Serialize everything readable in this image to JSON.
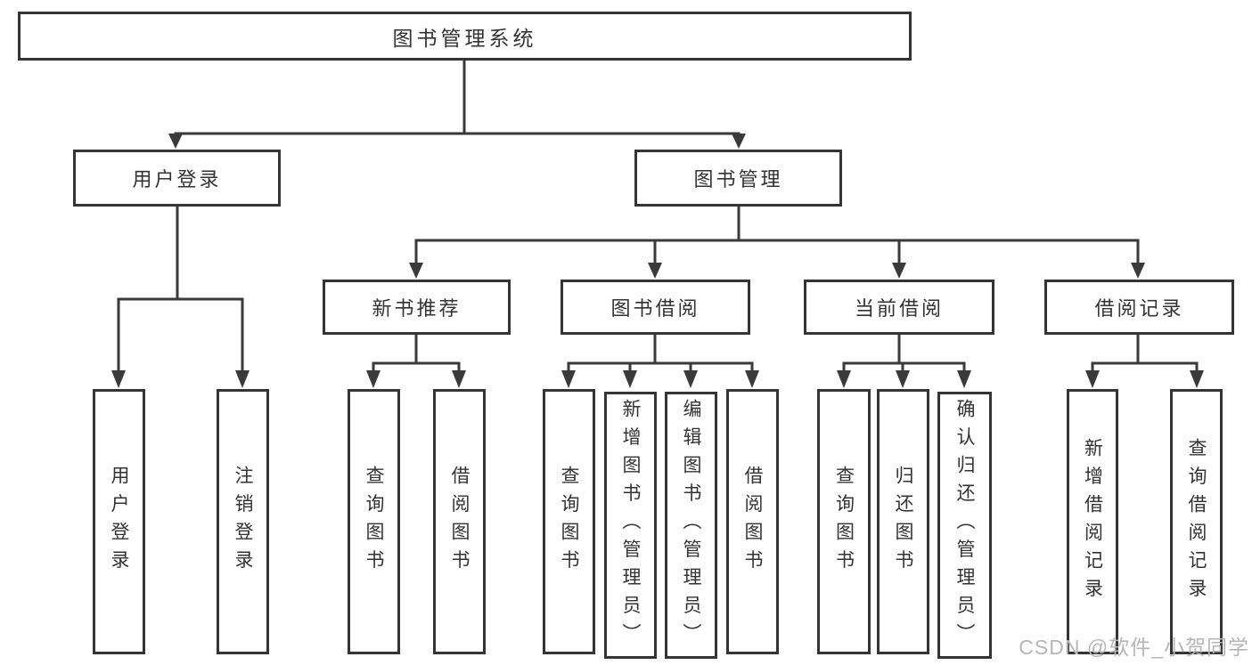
{
  "diagram": {
    "title": "图书管理系统",
    "level2": [
      {
        "label": "用户登录"
      },
      {
        "label": "图书管理"
      }
    ],
    "level3": [
      {
        "label": "新书推荐"
      },
      {
        "label": "图书借阅"
      },
      {
        "label": "当前借阅"
      },
      {
        "label": "借阅记录"
      }
    ],
    "leaves": {
      "login": [
        {
          "label": "用户登录"
        },
        {
          "label": "注销登录"
        }
      ],
      "recommend": [
        {
          "label": "查询图书"
        },
        {
          "label": "借阅图书"
        }
      ],
      "borrow": [
        {
          "label": "查询图书"
        },
        {
          "label": "新增图书（管理员）"
        },
        {
          "label": "编辑图书（管理员）"
        },
        {
          "label": "借阅图书"
        }
      ],
      "current": [
        {
          "label": "查询图书"
        },
        {
          "label": "归还图书"
        },
        {
          "label": "确认归还（管理员）"
        }
      ],
      "records": [
        {
          "label": "新增借阅记录"
        },
        {
          "label": "查询借阅记录"
        }
      ]
    }
  },
  "watermark": {
    "text": "CSDN @软件_小贺同学"
  },
  "colors": {
    "line": "#3a3a3a",
    "box_border": "#343434",
    "text": "#333333",
    "watermark": "#b6b6b6",
    "background": "#ffffff"
  }
}
